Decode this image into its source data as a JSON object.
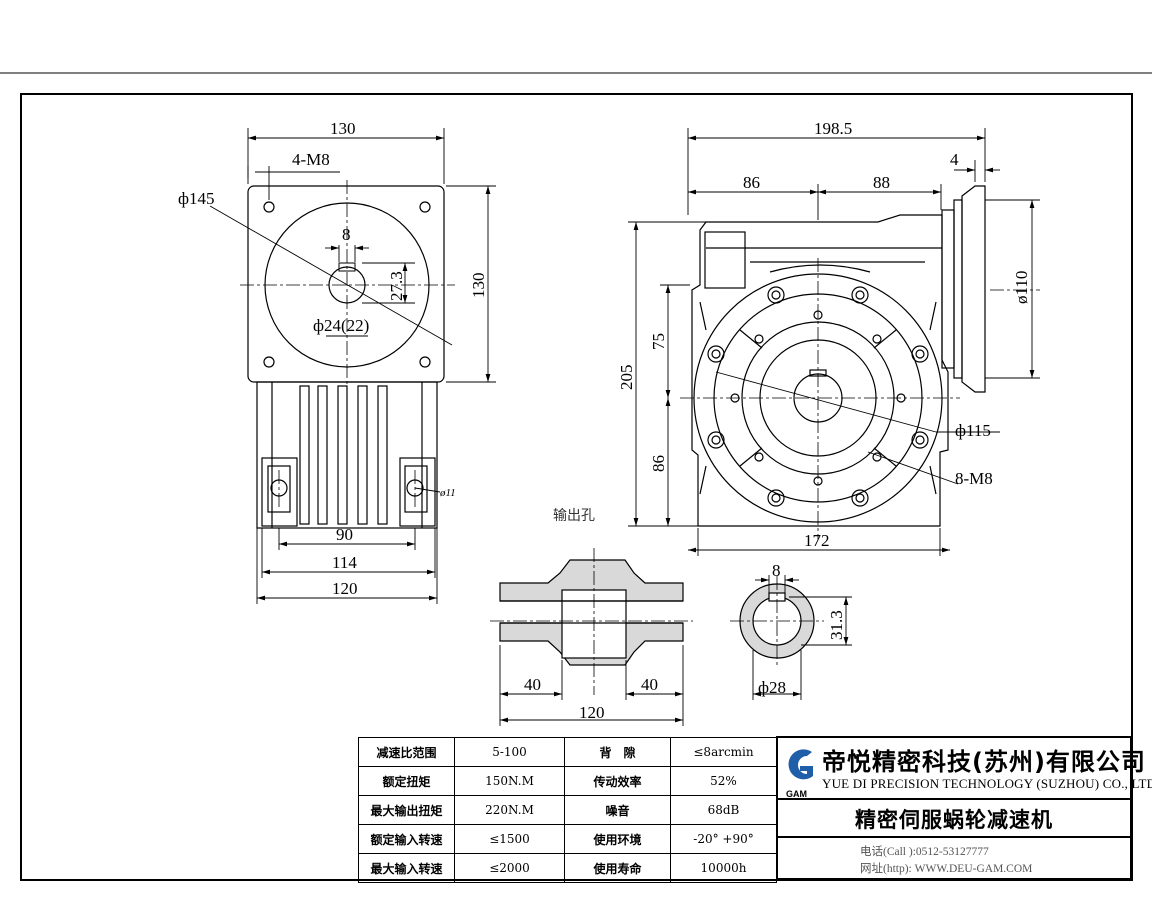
{
  "dimensions": {
    "left_width": "130",
    "left_bolts": "4-M8",
    "flange_dia": "ф145",
    "key_w_top": "8",
    "key_h_top": "27.3",
    "height_130": "130",
    "bore": "ф24(22)",
    "d90": "90",
    "d114": "114",
    "d120": "120",
    "foot_hole": "ø11",
    "total_len": "198.5",
    "d4": "4",
    "d86": "86",
    "d88": "88",
    "d110": "ø110",
    "d205": "205",
    "d75": "75",
    "d86v": "86",
    "d115": "ф115",
    "side_bolts": "8-M8",
    "d172": "172",
    "hole_label": "输出孔",
    "sec_l": "40",
    "sec_r": "40",
    "sec_total": "120",
    "key_w": "8",
    "key_h": "31.3",
    "bore_dia": "ф28"
  },
  "specs": [
    [
      "减速比范围",
      "5-100",
      "背　隙",
      "≤8arcmin"
    ],
    [
      "额定扭矩",
      "150N.M",
      "传动效率",
      "52%"
    ],
    [
      "最大输出扭矩",
      "220N.M",
      "噪音",
      "68dB"
    ],
    [
      "额定输入转速",
      "≤1500",
      "使用环境",
      "-20° +90°"
    ],
    [
      "最大输入转速",
      "≤2000",
      "使用寿命",
      "10000h"
    ]
  ],
  "company": {
    "logo_text": "GAM",
    "name_cn": "帝悦精密科技(苏州)有限公司",
    "name_en": "YUE DI PRECISION TECHNOLOGY (SUZHOU) CO., LTD.",
    "product": "精密伺服蜗轮减速机",
    "phone": "电话(Call ):0512-53127777",
    "web": "网址(http): WWW.DEU-GAM.COM"
  }
}
